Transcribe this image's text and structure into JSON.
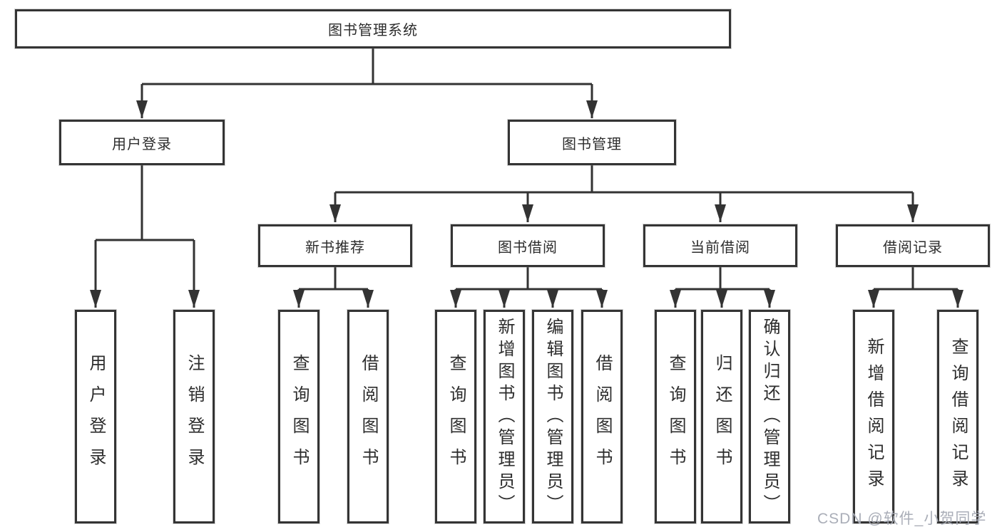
{
  "diagram": {
    "root": {
      "label": "图书管理系统"
    },
    "level2": [
      {
        "label": "用户登录"
      },
      {
        "label": "图书管理"
      }
    ],
    "level3": [
      {
        "label": "新书推荐"
      },
      {
        "label": "图书借阅"
      },
      {
        "label": "当前借阅"
      },
      {
        "label": "借阅记录"
      }
    ],
    "leaves": {
      "user_login": [
        "用户登录",
        "注销登录"
      ],
      "new_book": [
        "查询图书",
        "借阅图书"
      ],
      "book_borrow": [
        "查询图书",
        "新增图书（管理员）",
        "编辑图书（管理员）",
        "借阅图书"
      ],
      "current_borrow": [
        "查询图书",
        "归还图书",
        "确认归还（管理员）"
      ],
      "borrow_record": [
        "新增借阅记录",
        "查询借阅记录"
      ]
    }
  },
  "watermark": {
    "text": "CSDN @软件_小贺同学"
  },
  "colors": {
    "line": "#333333",
    "box_border": "#343434",
    "text": "#2d2d2d",
    "watermark": "#a5aab4",
    "background": "#ffffff"
  }
}
